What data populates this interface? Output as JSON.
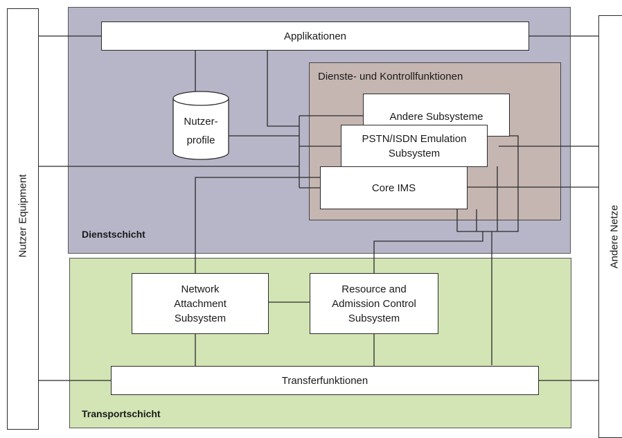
{
  "layers": {
    "service_label": "Dienstschicht",
    "transport_label": "Transportschicht"
  },
  "colors": {
    "service_layer": "#b7b6c8",
    "control_block": "#c5b6b2",
    "transport_layer": "#d3e4b5"
  },
  "left_bar": {
    "label": "Nutzer Equipment"
  },
  "right_bar": {
    "label": "Andere Netze"
  },
  "applications": {
    "label": "Applikationen"
  },
  "control_block": {
    "title": "Dienste- und Kontrollfunktionen"
  },
  "database": {
    "line1": "Nutzer-",
    "line2": "profile",
    "icon": "database-cylinder-icon"
  },
  "subsystems": {
    "other": "Andere Subsysteme",
    "pstn_line1": "PSTN/ISDN Emulation",
    "pstn_line2": "Subsystem",
    "core_ims": "Core IMS"
  },
  "nass": {
    "line1": "Network",
    "line2": "Attachment",
    "line3": "Subsystem"
  },
  "racs": {
    "line1": "Resource and",
    "line2": "Admission Control",
    "line3": "Subsystem"
  },
  "transfer": {
    "label": "Transferfunktionen"
  }
}
